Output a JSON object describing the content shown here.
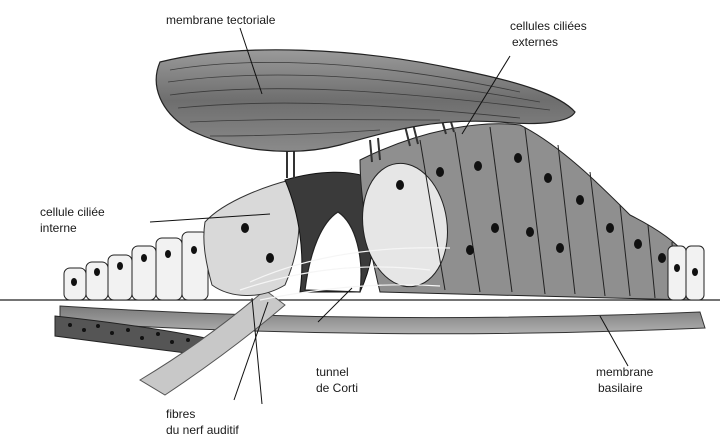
{
  "labels": {
    "tectorial_membrane": "membrane tectoriale",
    "outer_hair_cells_1": "cellules ciliées",
    "outer_hair_cells_2": "externes",
    "inner_hair_cell_1": "cellule ciliée",
    "inner_hair_cell_2": "interne",
    "tunnel_1": "tunnel",
    "tunnel_2": "de Corti",
    "basilar_1": "membrane",
    "basilar_2": "basilaire",
    "nerve_1": "fibres",
    "nerve_2": "du nerf auditif"
  }
}
